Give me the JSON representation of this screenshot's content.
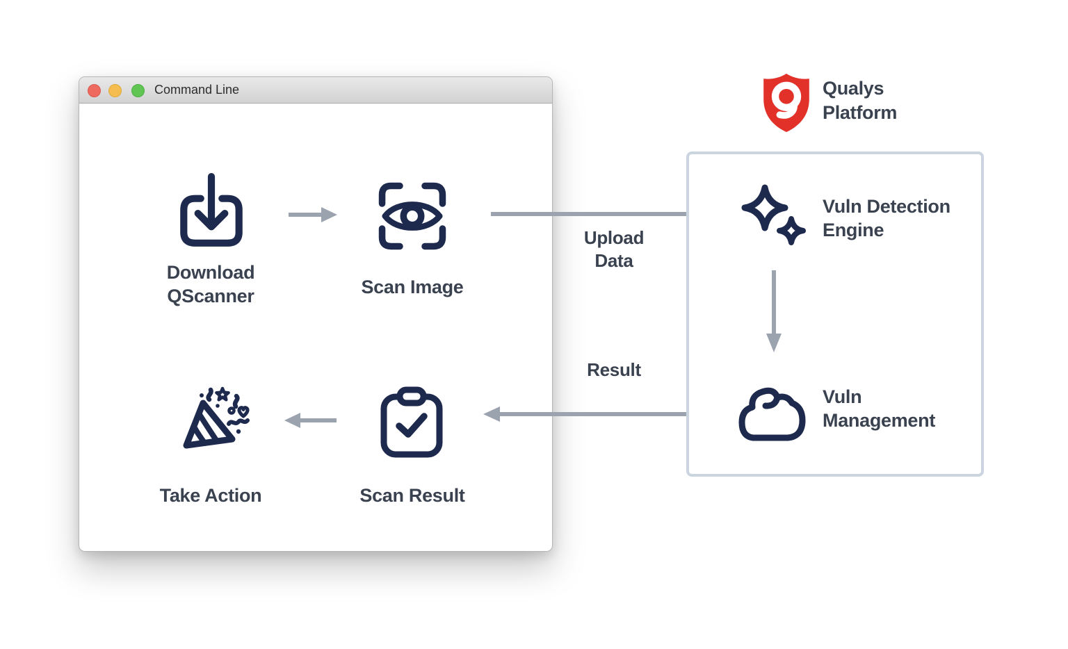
{
  "window": {
    "title": "Command Line",
    "traffic_lights": [
      {
        "name": "close",
        "color": "#ee6a5f"
      },
      {
        "name": "minimize",
        "color": "#f5bd4f"
      },
      {
        "name": "zoom",
        "color": "#61c554"
      }
    ],
    "steps": [
      {
        "icon": "download-tray-icon",
        "label_lines": [
          "Download",
          "QScanner"
        ]
      },
      {
        "icon": "scan-eye-icon",
        "label": "Scan Image"
      },
      {
        "icon": "clipboard-check-icon",
        "label": "Scan Result"
      },
      {
        "icon": "party-popper-icon",
        "label": "Take Action"
      }
    ]
  },
  "flow": {
    "upload_label_lines": [
      "Upload",
      "Data"
    ],
    "result_label": "Result"
  },
  "platform": {
    "logo_icon": "qualys-shield-icon",
    "logo_lines": [
      "Qualys",
      "Platform"
    ],
    "nodes": [
      {
        "icon": "sparkles-icon",
        "label_lines": [
          "Vuln Detection",
          "Engine"
        ]
      },
      {
        "icon": "cloud-icon",
        "label_lines": [
          "Vuln",
          "Management"
        ]
      }
    ]
  },
  "colors": {
    "icon_navy": "#1e2a4d",
    "label_text": "#3a4250",
    "arrow_gray": "#9ba3af",
    "box_border": "#cbd5df",
    "qualys_red": "#e23128"
  }
}
